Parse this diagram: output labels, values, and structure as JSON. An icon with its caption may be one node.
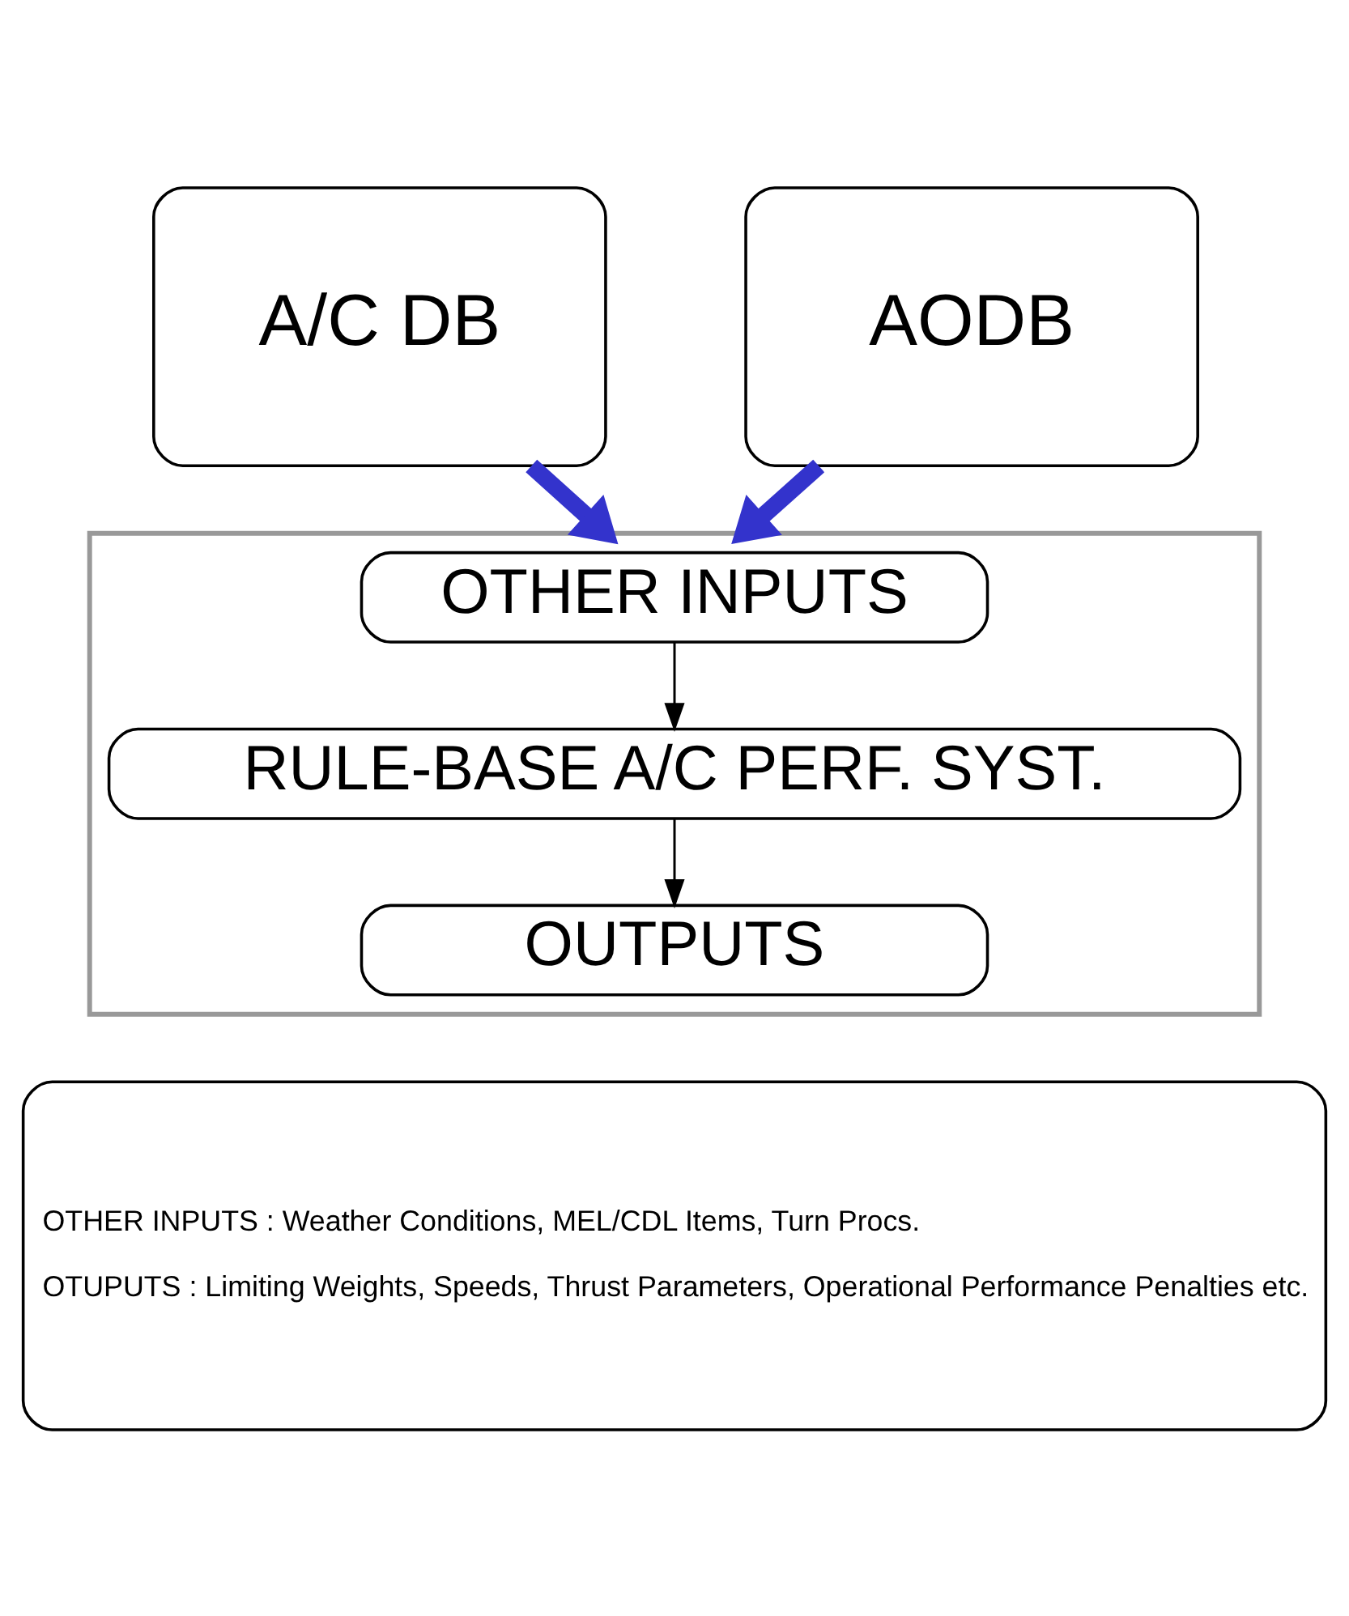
{
  "diagram": {
    "nodes": [
      {
        "text": [
          "A/C DB"
        ]
      },
      {
        "text": [
          "AODB"
        ]
      },
      {
        "text": [],
        "shape": "octagon"
      },
      {
        "text": [
          "OTHER INPUTS"
        ],
        "in": 2
      },
      {
        "text": [
          "RULE-BASE A/C PERF. SYST."
        ],
        "in": 2
      },
      {
        "text": [
          "OUTPUTS"
        ],
        "in": 2
      },
      {
        "text": [
          "OTHER INPUTS : Weather Conditions, MEL/CDL Items, Turn Procs.",
          "OTUPUTS : Limiting Weights, Speeds, Thrust Parameters, Operational Performance Penalties etc."
        ]
      }
    ],
    "edges": [
      {
        "from": 0,
        "to": 2,
        "arrow": "to",
        "style": "thick",
        "color": "#3333cc"
      },
      {
        "from": 1,
        "to": 2,
        "arrow": "to",
        "style": "thick",
        "color": "#3333cc"
      },
      {
        "from": 3,
        "to": 4,
        "arrow": "to",
        "color": "#000000"
      },
      {
        "from": 4,
        "to": 5,
        "arrow": "to",
        "color": "#000000"
      }
    ]
  }
}
